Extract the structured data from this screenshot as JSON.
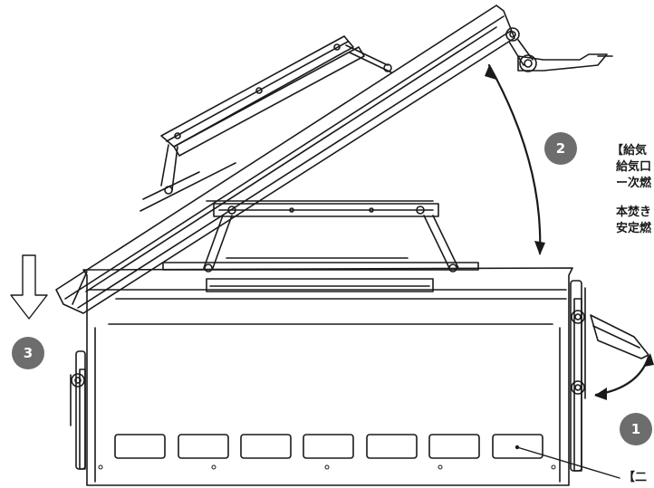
{
  "step_badges": [
    {
      "number": "1"
    },
    {
      "number": "2"
    },
    {
      "number": "3"
    }
  ],
  "notes": {
    "line1": "【給気",
    "line2": "給気口",
    "line3": "ー次燃",
    "line4": "本焚き",
    "line5": "安定燃",
    "bottom": "【二"
  },
  "colors": {
    "badge": "#6d6d6d",
    "line": "#1a1a1a",
    "background": "#ffffff"
  }
}
